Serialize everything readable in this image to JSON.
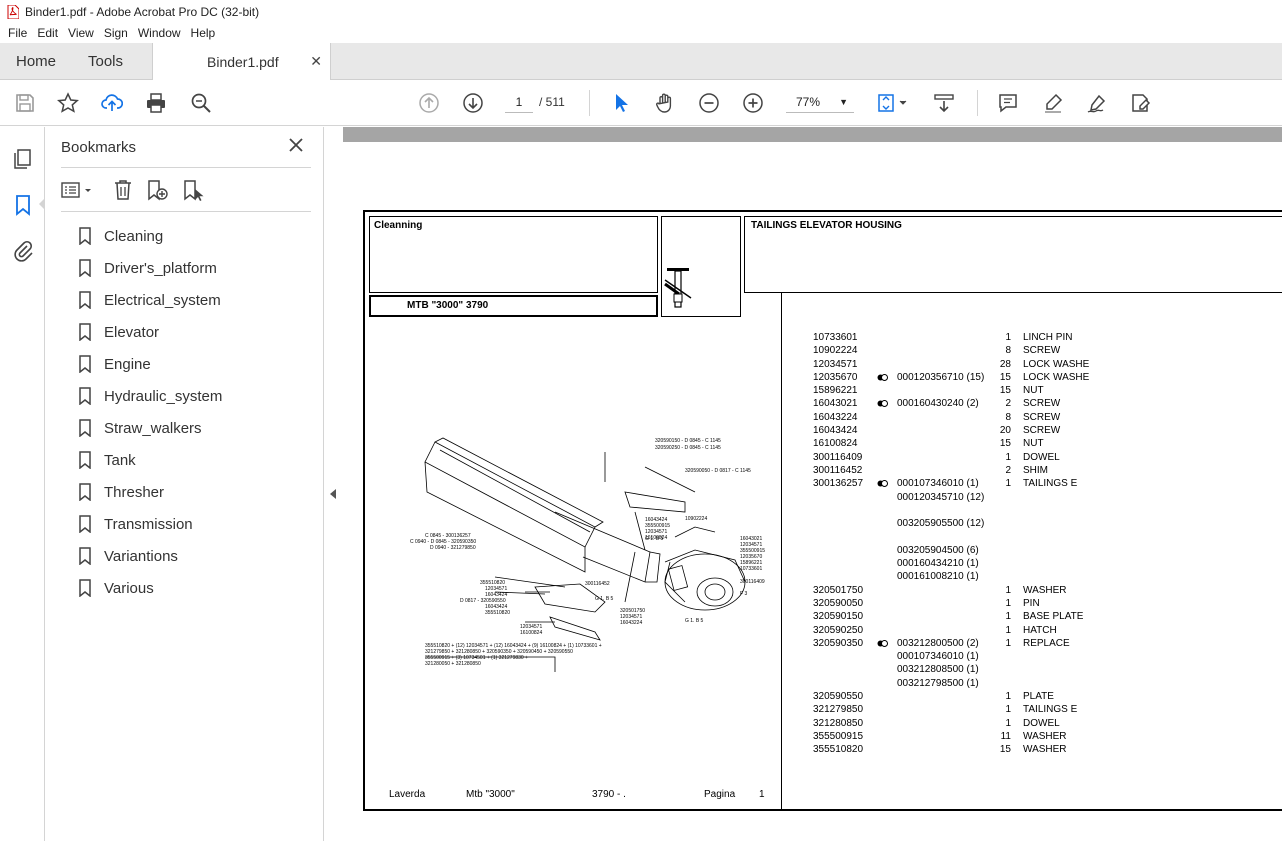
{
  "window": {
    "title": "Binder1.pdf - Adobe Acrobat Pro DC (32-bit)"
  },
  "menu": [
    "File",
    "Edit",
    "View",
    "Sign",
    "Window",
    "Help"
  ],
  "tabs": {
    "home": "Home",
    "tools": "Tools",
    "doc": "Binder1.pdf"
  },
  "toolbar": {
    "page_current": "1",
    "page_total": "/ 511",
    "zoom": "77%"
  },
  "bookmarks": {
    "title": "Bookmarks",
    "items": [
      "Cleaning",
      "Driver's_platform",
      "Electrical_system",
      "Elevator",
      "Engine",
      "Hydraulic_system",
      "Straw_walkers",
      "Tank",
      "Thresher",
      "Transmission",
      "Variantions",
      "Various"
    ]
  },
  "sheet": {
    "group": "Cleanning",
    "model": "MTB \"3000\"  3790",
    "title": "TAILINGS ELEVATOR HOUSING",
    "rows": [
      {
        "code": "10733601",
        "dot": false,
        "alt": "",
        "qty": "1",
        "desc": "LINCH PIN"
      },
      {
        "code": "10902224",
        "dot": false,
        "alt": "",
        "qty": "8",
        "desc": "SCREW"
      },
      {
        "code": "12034571",
        "dot": false,
        "alt": "",
        "qty": "28",
        "desc": "LOCK WASHE"
      },
      {
        "code": "12035670",
        "dot": true,
        "alt": "000120356710  (15)",
        "qty": "15",
        "desc": "LOCK WASHE"
      },
      {
        "code": "15896221",
        "dot": false,
        "alt": "",
        "qty": "15",
        "desc": "NUT"
      },
      {
        "code": "16043021",
        "dot": true,
        "alt": "000160430240  (2)",
        "qty": "2",
        "desc": "SCREW"
      },
      {
        "code": "16043224",
        "dot": false,
        "alt": "",
        "qty": "8",
        "desc": "SCREW"
      },
      {
        "code": "16043424",
        "dot": false,
        "alt": "",
        "qty": "20",
        "desc": "SCREW"
      },
      {
        "code": "16100824",
        "dot": false,
        "alt": "",
        "qty": "15",
        "desc": "NUT"
      },
      {
        "code": "300116409",
        "dot": false,
        "alt": "",
        "qty": "1",
        "desc": "DOWEL"
      },
      {
        "code": "300116452",
        "dot": false,
        "alt": "",
        "qty": "2",
        "desc": "SHIM"
      },
      {
        "code": "300136257",
        "dot": true,
        "alt": "000107346010  (1)",
        "qty": "1",
        "desc": "TAILINGS E"
      },
      {
        "code": "",
        "dot": false,
        "alt": " 000120345710  (12)",
        "qty": "",
        "desc": ""
      },
      {
        "code": "",
        "dot": false,
        "alt": "",
        "qty": "",
        "desc": ""
      },
      {
        "code": "",
        "dot": false,
        "alt": " 003205905500  (12)",
        "qty": "",
        "desc": ""
      },
      {
        "code": "",
        "dot": false,
        "alt": "",
        "qty": "",
        "desc": ""
      },
      {
        "code": "",
        "dot": false,
        "alt": " 003205904500  (6)",
        "qty": "",
        "desc": ""
      },
      {
        "code": "",
        "dot": false,
        "alt": "000160434210  (1)",
        "qty": "",
        "desc": ""
      },
      {
        "code": "",
        "dot": false,
        "alt": " 000161008210  (1)",
        "qty": "",
        "desc": ""
      },
      {
        "code": "320501750",
        "dot": false,
        "alt": "",
        "qty": "1",
        "desc": "WASHER"
      },
      {
        "code": "320590050",
        "dot": false,
        "alt": "",
        "qty": "1",
        "desc": "PIN"
      },
      {
        "code": "320590150",
        "dot": false,
        "alt": "",
        "qty": "1",
        "desc": "BASE PLATE"
      },
      {
        "code": "320590250",
        "dot": false,
        "alt": "",
        "qty": "1",
        "desc": "HATCH"
      },
      {
        "code": "320590350",
        "dot": true,
        "alt": "003212800500  (2)",
        "qty": "1",
        "desc": "REPLACE"
      },
      {
        "code": "",
        "dot": false,
        "alt": " 000107346010  (1)",
        "qty": "",
        "desc": ""
      },
      {
        "code": "",
        "dot": false,
        "alt": " 003212808500  (1)",
        "qty": "",
        "desc": ""
      },
      {
        "code": "",
        "dot": false,
        "alt": " 003212798500  (1)",
        "qty": "",
        "desc": ""
      },
      {
        "code": "320590550",
        "dot": false,
        "alt": "",
        "qty": "1",
        "desc": "PLATE"
      },
      {
        "code": "321279850",
        "dot": false,
        "alt": "",
        "qty": "1",
        "desc": "TAILINGS E"
      },
      {
        "code": "321280850",
        "dot": false,
        "alt": "",
        "qty": "1",
        "desc": "DOWEL"
      },
      {
        "code": "355500915",
        "dot": false,
        "alt": "",
        "qty": "11",
        "desc": "WASHER"
      },
      {
        "code": "355510820",
        "dot": false,
        "alt": "",
        "qty": "15",
        "desc": "WASHER"
      }
    ],
    "footer": {
      "brand": "Laverda",
      "model": "Mtb \"3000\"",
      "code": "3790 - .",
      "page_label": "Pagina",
      "page_num": "1"
    }
  },
  "icons": {
    "save": "save-icon",
    "star": "bookmark-star-icon",
    "upload": "cloud-upload-icon",
    "print": "print-icon",
    "search": "search-zoom-icon",
    "prev": "page-up-icon",
    "next": "page-down-icon",
    "select": "select-arrow-icon",
    "hand": "hand-icon",
    "zoom_out": "zoom-out-icon",
    "zoom_in": "zoom-in-icon",
    "fit": "fit-page-icon",
    "scroll": "scroll-mode-icon",
    "comment": "comment-icon",
    "highlight": "highlight-icon",
    "sign": "sign-icon",
    "edit": "edit-pdf-icon"
  },
  "colors": {
    "accent": "#1473e6",
    "panel_border": "#d4d4d4",
    "band": "#a5a5a5"
  }
}
